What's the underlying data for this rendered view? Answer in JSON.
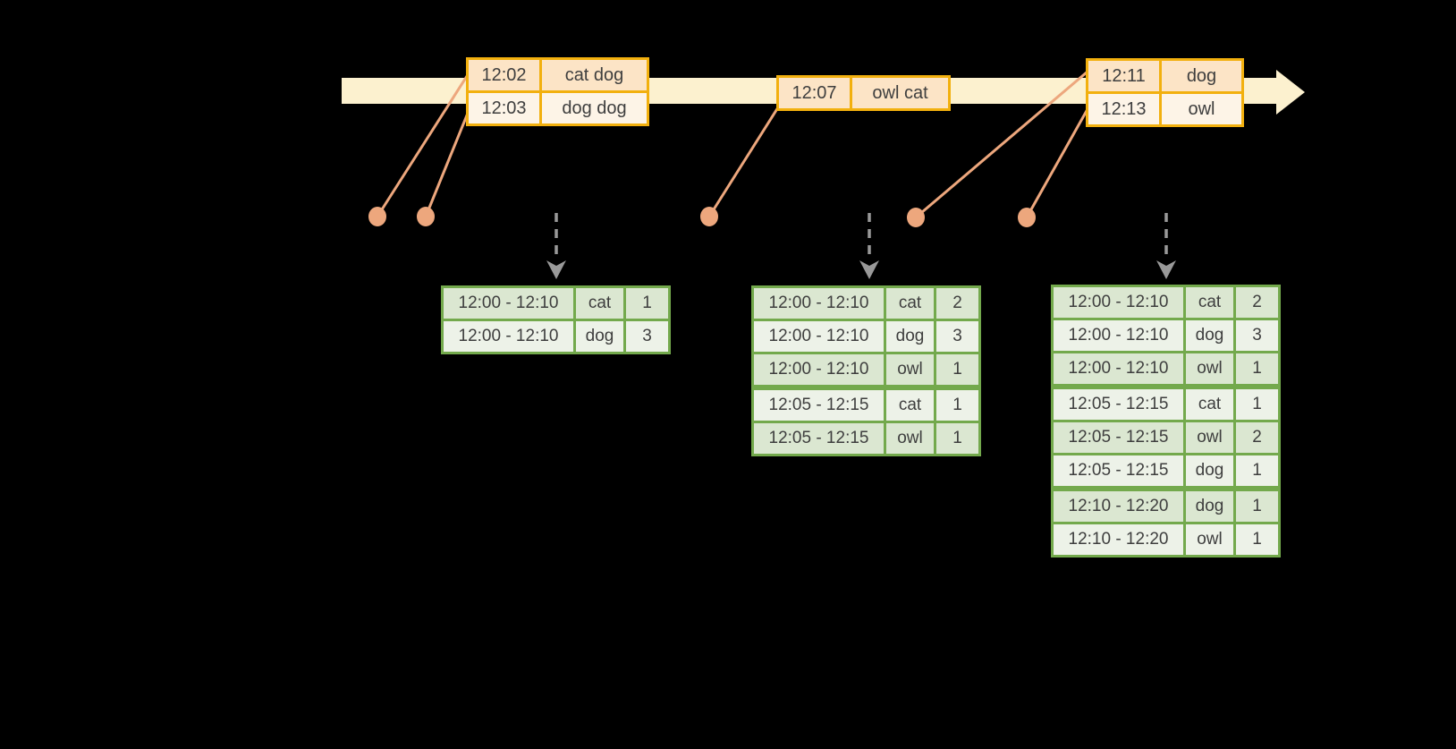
{
  "colors": {
    "background": "#000000",
    "timeline_band": "#fcf1cf",
    "event_table_border": "#f2b00e",
    "event_row_dark": "#fce4c6",
    "event_row_light": "#fdf4e7",
    "connector_salmon": "#eda77d",
    "result_table_border": "#73a94c",
    "result_row_dark": "#dbe7d1",
    "result_row_light": "#edf2e8",
    "trigger_arrow_gray": "#999999",
    "text": "#3e3e3e"
  },
  "event_tables": [
    {
      "rows": [
        {
          "time": "12:02",
          "words": "cat dog"
        },
        {
          "time": "12:03",
          "words": "dog dog"
        }
      ]
    },
    {
      "rows": [
        {
          "time": "12:07",
          "words": "owl cat"
        }
      ]
    },
    {
      "rows": [
        {
          "time": "12:11",
          "words": "dog"
        },
        {
          "time": "12:13",
          "words": "owl"
        }
      ]
    }
  ],
  "result_tables": [
    {
      "rows": [
        {
          "window": "12:00 - 12:10",
          "word": "cat",
          "count": 1
        },
        {
          "window": "12:00 - 12:10",
          "word": "dog",
          "count": 3
        }
      ]
    },
    {
      "rows": [
        {
          "window": "12:00 - 12:10",
          "word": "cat",
          "count": 2
        },
        {
          "window": "12:00 - 12:10",
          "word": "dog",
          "count": 3
        },
        {
          "window": "12:00 - 12:10",
          "word": "owl",
          "count": 1
        },
        {
          "window": "12:05 - 12:15",
          "word": "cat",
          "count": 1
        },
        {
          "window": "12:05 - 12:15",
          "word": "owl",
          "count": 1
        }
      ]
    },
    {
      "rows": [
        {
          "window": "12:00 - 12:10",
          "word": "cat",
          "count": 2
        },
        {
          "window": "12:00 - 12:10",
          "word": "dog",
          "count": 3
        },
        {
          "window": "12:00 - 12:10",
          "word": "owl",
          "count": 1
        },
        {
          "window": "12:05 - 12:15",
          "word": "cat",
          "count": 1
        },
        {
          "window": "12:05 - 12:15",
          "word": "owl",
          "count": 2
        },
        {
          "window": "12:05 - 12:15",
          "word": "dog",
          "count": 1
        },
        {
          "window": "12:10 - 12:20",
          "word": "dog",
          "count": 1
        },
        {
          "window": "12:10 - 12:20",
          "word": "owl",
          "count": 1
        }
      ]
    }
  ]
}
